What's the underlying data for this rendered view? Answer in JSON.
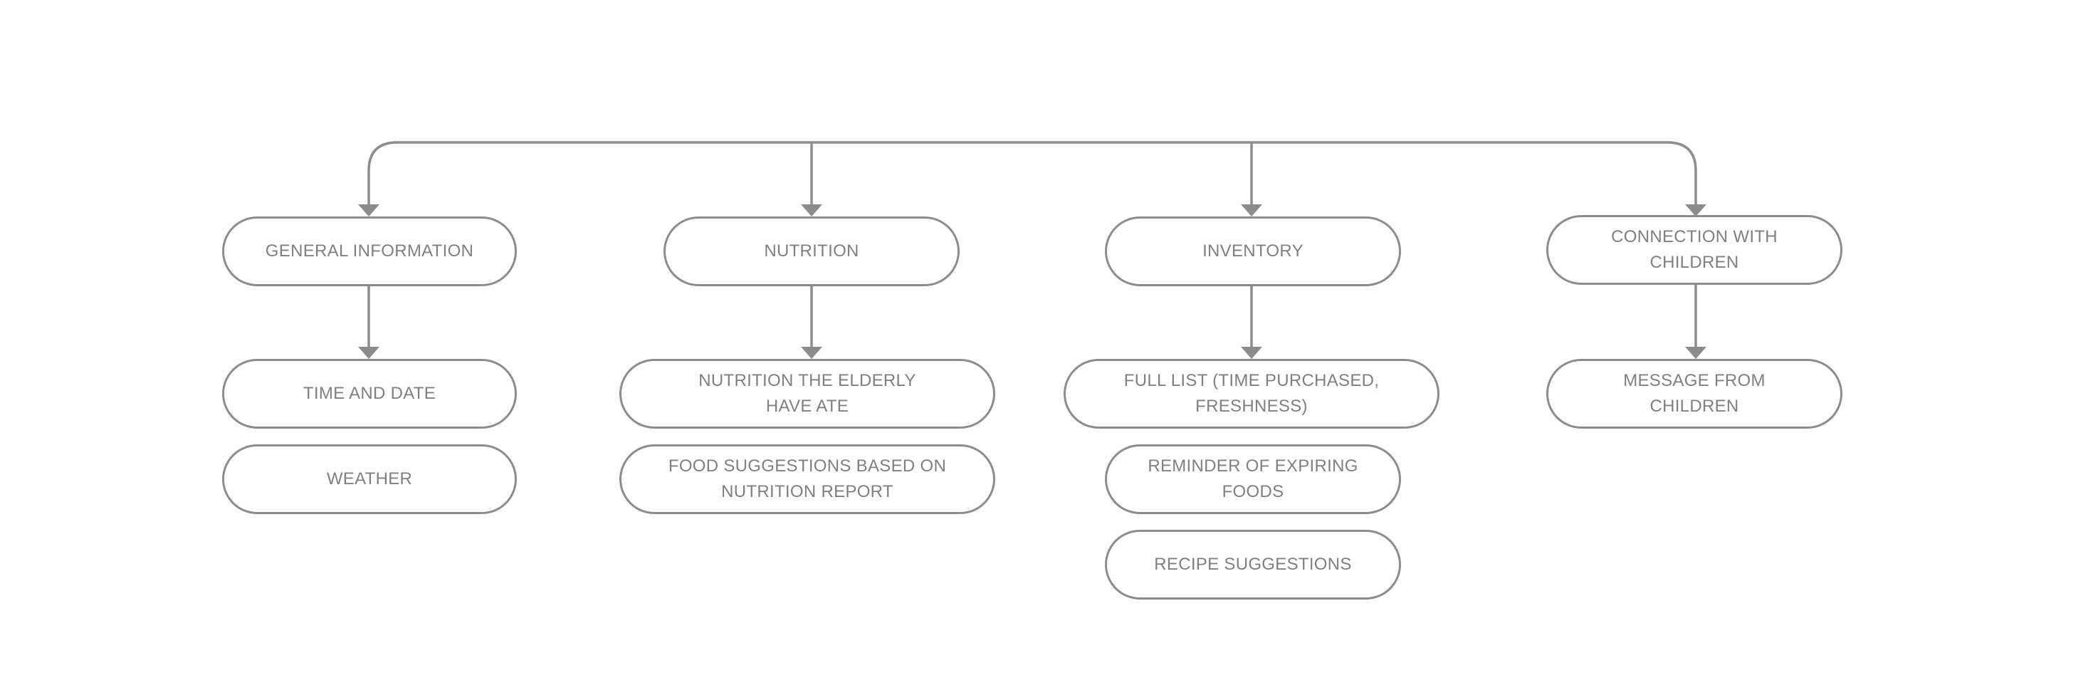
{
  "colors": {
    "stroke": "#8c8c8c",
    "text": "#808080",
    "background": "#ffffff"
  },
  "categories": [
    {
      "label": "GENERAL INFORMATION",
      "children": [
        "TIME AND DATE",
        "WEATHER"
      ]
    },
    {
      "label": "NUTRITION",
      "children": [
        "NUTRITION THE ELDERLY\nHAVE ATE",
        "FOOD SUGGESTIONS BASED ON\nNUTRITION REPORT"
      ]
    },
    {
      "label": "INVENTORY",
      "children": [
        "FULL LIST (TIME PURCHASED,\nFRESHNESS)",
        "REMINDER OF EXPIRING\nFOODS",
        "RECIPE SUGGESTIONS"
      ]
    },
    {
      "label": "CONNECTION WITH\nCHILDREN",
      "children": [
        "MESSAGE FROM\nCHILDREN"
      ]
    }
  ]
}
